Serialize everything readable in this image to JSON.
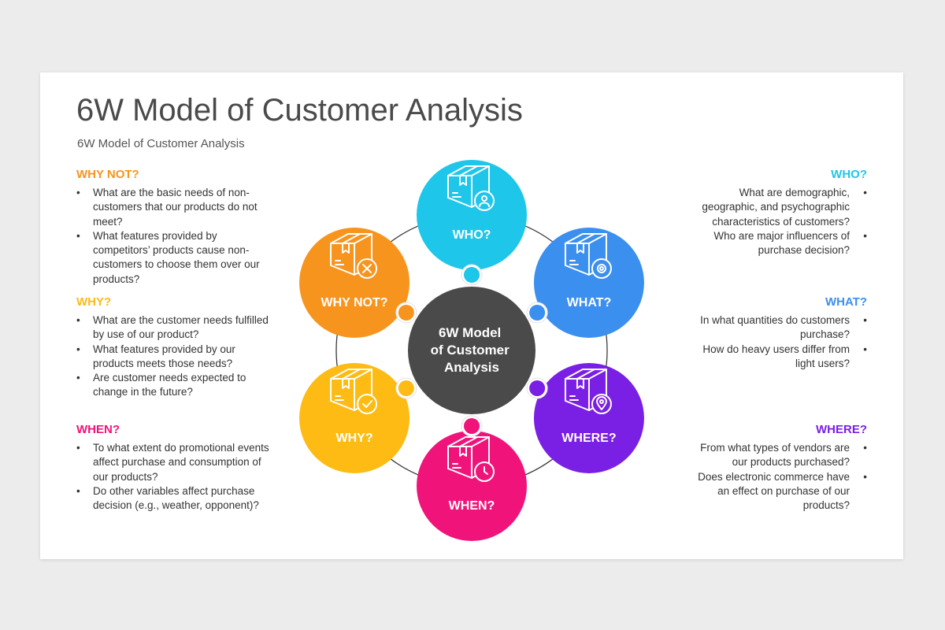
{
  "title": "6W Model of Customer Analysis",
  "subtitle": "6W Model of Customer Analysis",
  "center_label": [
    "6W Model",
    "of Customer",
    "Analysis"
  ],
  "colors": {
    "who": "#1EC6EA",
    "what": "#3B8FEE",
    "where": "#7A1FE4",
    "when": "#F0137A",
    "why": "#FDBB13",
    "why_not": "#F7941D",
    "center": "#4a4a4a"
  },
  "nodes": [
    {
      "key": "who",
      "label": "WHO?",
      "icon": "box-person-icon"
    },
    {
      "key": "what",
      "label": "WHAT?",
      "icon": "box-gear-icon"
    },
    {
      "key": "where",
      "label": "WHERE?",
      "icon": "box-location-icon"
    },
    {
      "key": "when",
      "label": "WHEN?",
      "icon": "box-clock-icon"
    },
    {
      "key": "why",
      "label": "WHY?",
      "icon": "box-check-icon"
    },
    {
      "key": "why_not",
      "label": "WHY NOT?",
      "icon": "box-cross-icon"
    }
  ],
  "sections": {
    "why_not": {
      "heading": "WHY NOT?",
      "bullets": [
        "What are the basic needs of non-customers that our products do not meet?",
        "What features provided by competitors’ products cause non-customers to choose them over our products?"
      ]
    },
    "why": {
      "heading": "WHY?",
      "bullets": [
        "What are the customer needs fulfilled by use of our product?",
        "What features provided by our products meets those needs?",
        "Are customer needs expected to change in the future?"
      ]
    },
    "when": {
      "heading": "WHEN?",
      "bullets": [
        "To what extent do promotional events affect purchase and consumption of our products?",
        "Do other variables affect purchase decision (e.g., weather, opponent)?"
      ]
    },
    "who": {
      "heading": "WHO?",
      "bullets": [
        "What are demographic, geographic, and psychographic characteristics of customers?",
        "Who are major influencers of purchase decision?"
      ]
    },
    "what": {
      "heading": "WHAT?",
      "bullets": [
        "In what quantities do customers purchase?",
        "How do heavy users differ from light users?"
      ]
    },
    "where": {
      "heading": "WHERE?",
      "bullets": [
        "From what types of vendors are our products purchased?",
        "Does electronic commerce have an effect on purchase of our products?"
      ]
    }
  }
}
